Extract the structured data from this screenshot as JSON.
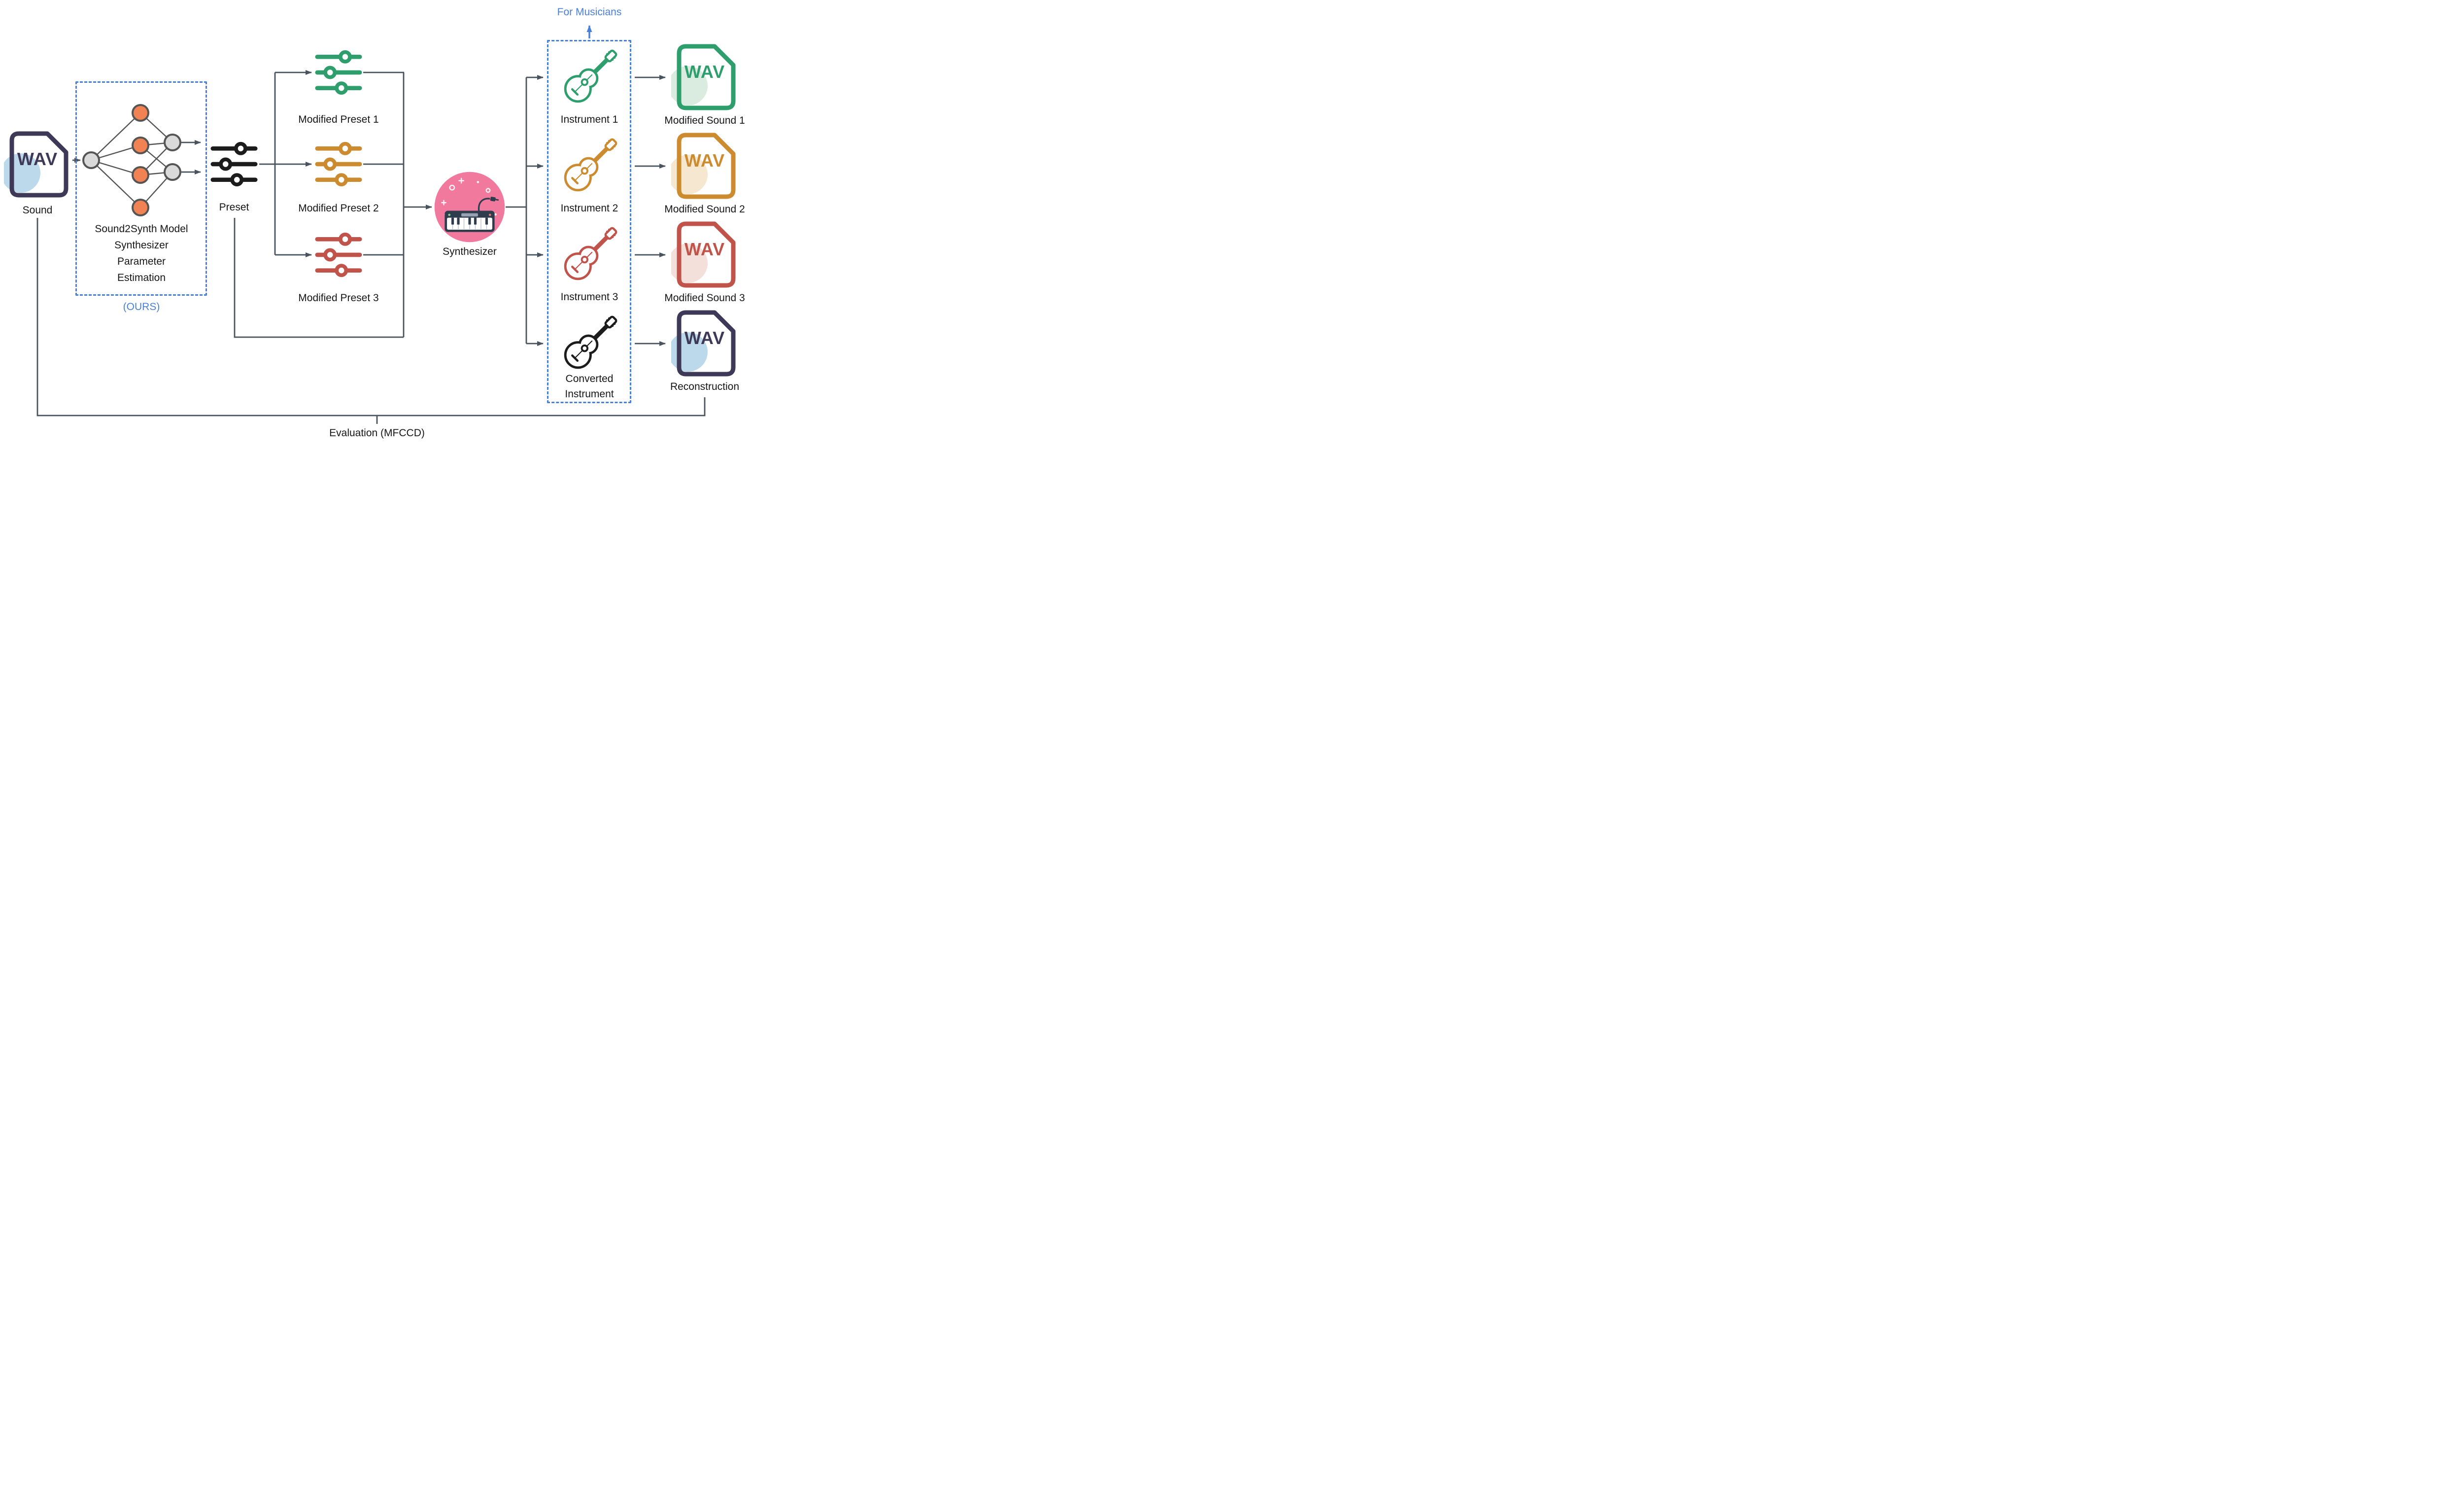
{
  "colors": {
    "green": "#2f9e6d",
    "orange": "#cc8b2e",
    "red": "#c0534a",
    "navy": "#3d3956",
    "black": "#1c1c1c",
    "blue": "#4a80d8",
    "arrow": "#49545e",
    "pink": "#f2799e",
    "keyboard": "#2f3c4e",
    "node_orange": "#f08253",
    "node_gray": "#dadada",
    "node_stroke": "#555555",
    "bub_blue": "#bcd9ec",
    "bub_green": "#d9ecdf",
    "bub_orange": "#f5e7d0",
    "bub_red": "#f3e0da",
    "text": "#161616"
  },
  "diagram": {
    "input": {
      "file_label": "WAV",
      "label": "Sound"
    },
    "model": {
      "title_lines": [
        "Sound2Synth Model",
        "Synthesizer",
        "Parameter",
        "Estimation"
      ],
      "tag": "(OURS)"
    },
    "preset": {
      "label": "Preset"
    },
    "modified_presets": [
      {
        "label": "Modified Preset 1",
        "color": "green"
      },
      {
        "label": "Modified Preset 2",
        "color": "orange"
      },
      {
        "label": "Modified Preset 3",
        "color": "red"
      }
    ],
    "synthesizer": {
      "label": "Synthesizer"
    },
    "musicians": {
      "caption": "For Musicians",
      "instruments": [
        {
          "label": "Instrument 1",
          "color": "green"
        },
        {
          "label": "Instrument 2",
          "color": "orange"
        },
        {
          "label": "Instrument 3",
          "color": "red"
        },
        {
          "label": "Converted\nInstrument",
          "color": "black"
        }
      ]
    },
    "outputs": [
      {
        "file_label": "WAV",
        "label": "Modified Sound 1",
        "color": "green"
      },
      {
        "file_label": "WAV",
        "label": "Modified Sound 2",
        "color": "orange"
      },
      {
        "file_label": "WAV",
        "label": "Modified Sound 3",
        "color": "red"
      },
      {
        "file_label": "WAV",
        "label": "Reconstruction",
        "color": "navy"
      }
    ],
    "evaluation_label": "Evaluation (MFCCD)"
  }
}
